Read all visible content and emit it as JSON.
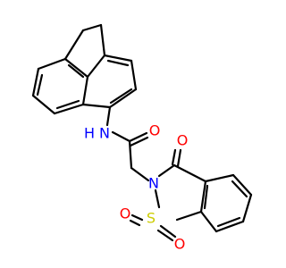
{
  "molecule": {
    "atoms": {
      "nitrogen_amide": "N",
      "hydrogen_amide": "H",
      "oxygen_carbonyl": "O",
      "nitrogen_ring": "N",
      "oxygen_keto": "O",
      "sulfur": "S",
      "oxygen_sulfonyl_1": "O",
      "oxygen_sulfonyl_2": "O"
    }
  },
  "colors": {
    "bond": "#000000",
    "nitrogen": "#0000ff",
    "oxygen": "#ff0000",
    "sulfur": "#cccc00",
    "background": "#ffffff"
  }
}
